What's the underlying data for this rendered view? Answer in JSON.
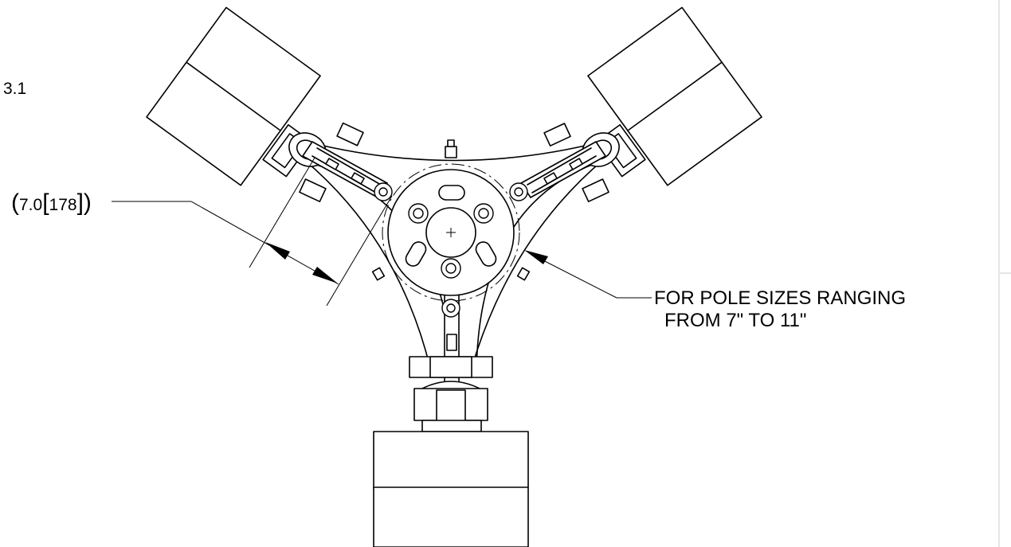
{
  "drawing": {
    "page_number": "3.1",
    "dimension": {
      "value": "7.0",
      "value_mm": "178"
    },
    "callout": {
      "line1": "FOR POLE SIZES RANGING",
      "line2": "FROM 7\" TO 11\""
    },
    "line_color": "#000000",
    "background_color": "#ffffff"
  }
}
